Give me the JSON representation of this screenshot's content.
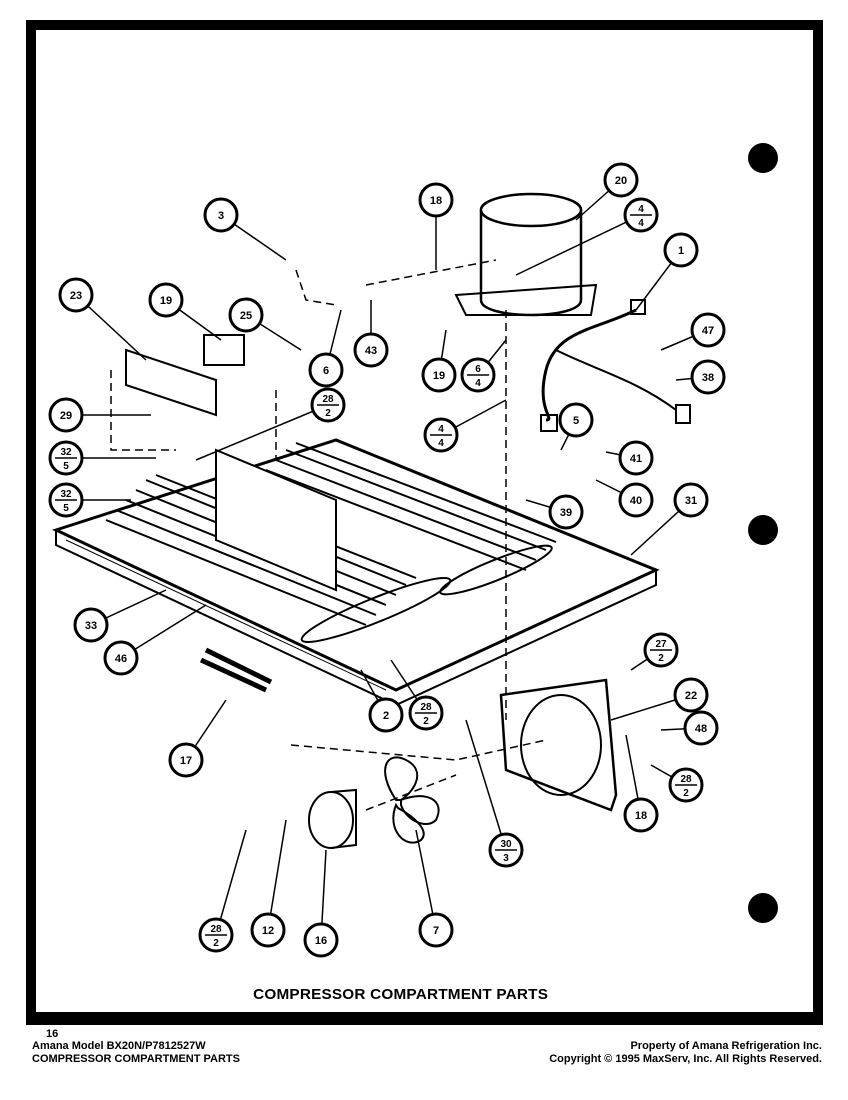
{
  "caption": "COMPRESSOR COMPARTMENT PARTS",
  "page_mark": "16",
  "footer": {
    "left_line1": "Amana Model BX20N/P7812527W",
    "left_line2": "COMPRESSOR COMPARTMENT PARTS",
    "right_line1": "Property of Amana Refrigeration Inc.",
    "right_line2": "Copyright © 1995 MaxServ, Inc.  All Rights Reserved."
  },
  "callouts": [
    {
      "label": "3"
    },
    {
      "label": "18"
    },
    {
      "label": "20"
    },
    {
      "label": "4",
      "sub": "4"
    },
    {
      "label": "1"
    },
    {
      "label": "23"
    },
    {
      "label": "19"
    },
    {
      "label": "25"
    },
    {
      "label": "6"
    },
    {
      "label": "43"
    },
    {
      "label": "19"
    },
    {
      "label": "6",
      "sub": "4"
    },
    {
      "label": "47"
    },
    {
      "label": "38"
    },
    {
      "label": "29"
    },
    {
      "label": "28",
      "sub": "2"
    },
    {
      "label": "32",
      "sub": "5"
    },
    {
      "label": "32",
      "sub": "5"
    },
    {
      "label": "4",
      "sub": "4"
    },
    {
      "label": "5"
    },
    {
      "label": "41"
    },
    {
      "label": "40"
    },
    {
      "label": "39"
    },
    {
      "label": "31"
    },
    {
      "label": "33"
    },
    {
      "label": "46"
    },
    {
      "label": "2"
    },
    {
      "label": "28",
      "sub": "2"
    },
    {
      "label": "27",
      "sub": "2"
    },
    {
      "label": "22"
    },
    {
      "label": "48"
    },
    {
      "label": "17"
    },
    {
      "label": "28",
      "sub": "2"
    },
    {
      "label": "18"
    },
    {
      "label": "30",
      "sub": "3"
    },
    {
      "label": "28",
      "sub": "2"
    },
    {
      "label": "12"
    },
    {
      "label": "16"
    },
    {
      "label": "7"
    }
  ]
}
